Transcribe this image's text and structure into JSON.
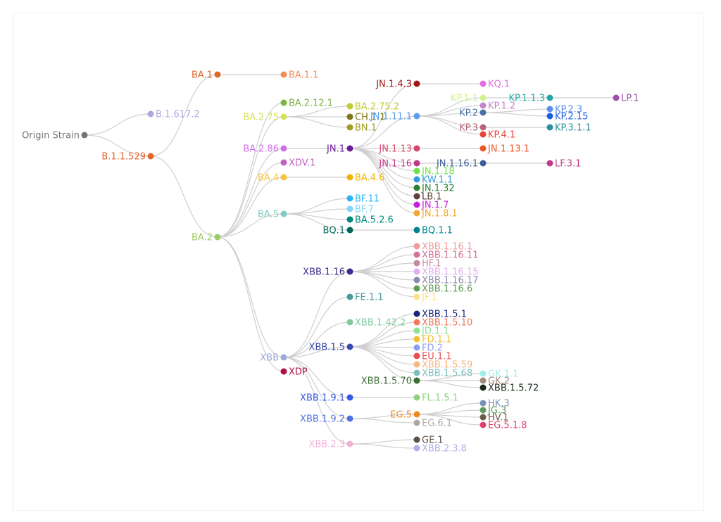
{
  "tree": {
    "link_color": "#cfcfcf",
    "nodes": [
      {
        "id": "Origin Strain",
        "label": "Origin Strain",
        "color": "#757575",
        "side": "left"
      },
      {
        "id": "B.1.617.2",
        "label": "B.1.617.2",
        "color": "#b3a4e0",
        "side": "right",
        "parent": "Origin Strain"
      },
      {
        "id": "B.1.1.529",
        "label": "B.1.1.529",
        "color": "#e5642b",
        "side": "left",
        "parent": "Origin Strain"
      },
      {
        "id": "BA.1",
        "label": "BA.1",
        "color": "#e0662a",
        "side": "left",
        "parent": "B.1.1.529"
      },
      {
        "id": "BA.1.1",
        "label": "BA.1.1",
        "color": "#f58a55",
        "side": "right",
        "parent": "BA.1"
      },
      {
        "id": "BA.2",
        "label": "BA.2",
        "color": "#9ccc65",
        "side": "left",
        "parent": "B.1.1.529"
      },
      {
        "id": "BA.2.12.1",
        "label": "BA.2.12.1",
        "color": "#7cb342",
        "side": "right",
        "parent": "BA.2"
      },
      {
        "id": "BA.2.75",
        "label": "BA.2.75",
        "color": "#d4e157",
        "side": "left",
        "parent": "BA.2"
      },
      {
        "id": "BA.2.75.2",
        "label": "BA.2.75.2",
        "color": "#c0ca33",
        "side": "right",
        "parent": "BA.2.75"
      },
      {
        "id": "CH.1.1",
        "label": "CH.1.1",
        "color": "#827717",
        "side": "right",
        "parent": "BA.2.75"
      },
      {
        "id": "BN.1",
        "label": "BN.1",
        "color": "#9e9d24",
        "side": "right",
        "parent": "BA.2.75"
      },
      {
        "id": "BA.2.86",
        "label": "BA.2.86",
        "color": "#d070e8",
        "side": "left",
        "parent": "BA.2"
      },
      {
        "id": "JN.1",
        "label": "JN.1",
        "color": "#6a1b9a",
        "side": "left",
        "parent": "BA.2.86"
      },
      {
        "id": "JN.1.4.3",
        "label": "JN.1.4.3",
        "color": "#a31515",
        "side": "left",
        "parent": "JN.1"
      },
      {
        "id": "KQ.1",
        "label": "KQ.1",
        "color": "#e56ee5",
        "side": "right",
        "parent": "JN.1.4.3"
      },
      {
        "id": "JN.1.11.1",
        "label": "JN.1.11.1",
        "color": "#5c9ded",
        "side": "left",
        "parent": "JN.1"
      },
      {
        "id": "KP.1.1",
        "label": "KP.1.1",
        "color": "#d3f28a",
        "side": "left",
        "parent": "JN.1.11.1"
      },
      {
        "id": "KP.1.1.3",
        "label": "KP.1.1.3",
        "color": "#26a6a6",
        "side": "left",
        "parent": "KP.1.1"
      },
      {
        "id": "LP.1",
        "label": "LP.1",
        "color": "#9c4ea8",
        "side": "right",
        "parent": "KP.1.1.3"
      },
      {
        "id": "KP.1.2",
        "label": "KP.1.2",
        "color": "#c384c8",
        "side": "right",
        "parent": "JN.1.11.1"
      },
      {
        "id": "KP.2",
        "label": "KP.2",
        "color": "#4a6fa5",
        "side": "left",
        "parent": "JN.1.11.1"
      },
      {
        "id": "KP.2.3",
        "label": "KP.2.3",
        "color": "#5b8ef0",
        "side": "right",
        "parent": "KP.2"
      },
      {
        "id": "KP.2.15",
        "label": "KP.2.15",
        "color": "#1a5ee8",
        "side": "right",
        "parent": "KP.2"
      },
      {
        "id": "KP.3",
        "label": "KP.3",
        "color": "#b56576",
        "side": "left",
        "parent": "JN.1.11.1"
      },
      {
        "id": "KP.3.1.1",
        "label": "KP.3.1.1",
        "color": "#2a8fa0",
        "side": "right",
        "parent": "KP.3"
      },
      {
        "id": "KP.4.1",
        "label": "KP.4.1",
        "color": "#e8443a",
        "side": "right",
        "parent": "JN.1.11.1"
      },
      {
        "id": "JN.1.13",
        "label": "JN.1.13",
        "color": "#d6456d",
        "side": "left",
        "parent": "JN.1"
      },
      {
        "id": "JN.1.13.1",
        "label": "JN.1.13.1",
        "color": "#f0552b",
        "side": "right",
        "parent": "JN.1.13"
      },
      {
        "id": "JN.1.16",
        "label": "JN.1.16",
        "color": "#c2398a",
        "side": "left",
        "parent": "JN.1"
      },
      {
        "id": "JN.1.16.1",
        "label": "JN.1.16.1",
        "color": "#3a5f9a",
        "side": "left",
        "parent": "JN.1.16"
      },
      {
        "id": "LF.3.1",
        "label": "LF.3.1",
        "color": "#c2398a",
        "side": "right",
        "parent": "JN.1.16.1"
      },
      {
        "id": "JN.1.18",
        "label": "JN.1.18",
        "color": "#6ee04a",
        "side": "right",
        "parent": "JN.1"
      },
      {
        "id": "KW.1.1",
        "label": "KW.1.1",
        "color": "#3399e0",
        "side": "right",
        "parent": "JN.1"
      },
      {
        "id": "JN.1.32",
        "label": "JN.1.32",
        "color": "#2e7d32",
        "side": "right",
        "parent": "JN.1"
      },
      {
        "id": "LB.1",
        "label": "LB.1",
        "color": "#5d4037",
        "side": "right",
        "parent": "JN.1"
      },
      {
        "id": "JN.1.7",
        "label": "JN.1.7",
        "color": "#c81ee0",
        "side": "right",
        "parent": "JN.1"
      },
      {
        "id": "JN.1.8.1",
        "label": "JN.1.8.1",
        "color": "#f0a830",
        "side": "right",
        "parent": "JN.1"
      },
      {
        "id": "XDV.1",
        "label": "XDV.1",
        "color": "#c060c0",
        "side": "right",
        "parent": "BA.2"
      },
      {
        "id": "BA.4",
        "label": "BA.4",
        "color": "#f5c542",
        "side": "left",
        "parent": "BA.2"
      },
      {
        "id": "BA.4.6",
        "label": "BA.4.6",
        "color": "#f0b400",
        "side": "right",
        "parent": "BA.4"
      },
      {
        "id": "BA.5",
        "label": "BA.5",
        "color": "#80cbc4",
        "side": "left",
        "parent": "BA.2"
      },
      {
        "id": "BF.11",
        "label": "BF.11",
        "color": "#29b6f6",
        "side": "right",
        "parent": "BA.5"
      },
      {
        "id": "BF.7",
        "label": "BF.7",
        "color": "#81d4fa",
        "side": "right",
        "parent": "BA.5"
      },
      {
        "id": "BA.5.2.6",
        "label": "BA.5.2.6",
        "color": "#00897b",
        "side": "right",
        "parent": "BA.5"
      },
      {
        "id": "BQ.1",
        "label": "BQ.1",
        "color": "#00695c",
        "side": "left",
        "parent": "BA.5"
      },
      {
        "id": "BQ.1.1",
        "label": "BQ.1.1",
        "color": "#00838f",
        "side": "right",
        "parent": "BQ.1"
      },
      {
        "id": "XBB",
        "label": "XBB",
        "color": "#9fa8da",
        "side": "left",
        "parent": "BA.2"
      },
      {
        "id": "XBB.1.16",
        "label": "XBB.1.16",
        "color": "#3f2a8f",
        "side": "left",
        "parent": "XBB"
      },
      {
        "id": "XBB.1.16.1",
        "label": "XBB.1.16.1",
        "color": "#f29b9b",
        "side": "right",
        "parent": "XBB.1.16"
      },
      {
        "id": "XBB.1.16.11",
        "label": "XBB.1.16.11",
        "color": "#d67095",
        "side": "right",
        "parent": "XBB.1.16"
      },
      {
        "id": "HF.1",
        "label": "HF.1",
        "color": "#c48b9f",
        "side": "right",
        "parent": "XBB.1.16"
      },
      {
        "id": "XBB.1.16.15",
        "label": "XBB.1.16.15",
        "color": "#e0b0f0",
        "side": "right",
        "parent": "XBB.1.16"
      },
      {
        "id": "XBB.1.16.17",
        "label": "XBB.1.16.17",
        "color": "#8a8aaa",
        "side": "right",
        "parent": "XBB.1.16"
      },
      {
        "id": "XBB.1.16.6",
        "label": "XBB.1.16.6",
        "color": "#5e9e4e",
        "side": "right",
        "parent": "XBB.1.16"
      },
      {
        "id": "JF.1",
        "label": "JF.1",
        "color": "#fbe08a",
        "side": "right",
        "parent": "XBB.1.16"
      },
      {
        "id": "FE.1.1",
        "label": "FE.1.1",
        "color": "#4a9a98",
        "side": "right",
        "parent": "XBB"
      },
      {
        "id": "XBB.1.42.2",
        "label": "XBB.1.42.2",
        "color": "#7ecba0",
        "side": "right",
        "parent": "XBB"
      },
      {
        "id": "XBB.1.5",
        "label": "XBB.1.5",
        "color": "#3949ab",
        "side": "left",
        "parent": "XBB"
      },
      {
        "id": "XBB.1.5.1",
        "label": "XBB.1.5.1",
        "color": "#1a237e",
        "side": "right",
        "parent": "XBB.1.5"
      },
      {
        "id": "XBB.1.5.10",
        "label": "XBB.1.5.10",
        "color": "#f07a5a",
        "side": "right",
        "parent": "XBB.1.5"
      },
      {
        "id": "JD.1.1",
        "label": "JD.1.1",
        "color": "#90e090",
        "side": "right",
        "parent": "XBB.1.5"
      },
      {
        "id": "FD.1.1",
        "label": "FD.1.1",
        "color": "#f0c030",
        "side": "right",
        "parent": "XBB.1.5"
      },
      {
        "id": "FD.2",
        "label": "FD.2",
        "color": "#8c9ef0",
        "side": "right",
        "parent": "XBB.1.5"
      },
      {
        "id": "EU.1.1",
        "label": "EU.1.1",
        "color": "#e85050",
        "side": "right",
        "parent": "XBB.1.5"
      },
      {
        "id": "XBB.1.5.59",
        "label": "XBB.1.5.59",
        "color": "#f5b880",
        "side": "right",
        "parent": "XBB.1.5"
      },
      {
        "id": "XBB.1.5.68",
        "label": "XBB.1.5.68",
        "color": "#7ec0c0",
        "side": "right",
        "parent": "XBB.1.5"
      },
      {
        "id": "XBB.1.5.70",
        "label": "XBB.1.5.70",
        "color": "#3b6e35",
        "side": "left",
        "parent": "XBB.1.5"
      },
      {
        "id": "GK.1.1",
        "label": "GK.1.1",
        "color": "#a0f0e8",
        "side": "right",
        "parent": "XBB.1.5.70"
      },
      {
        "id": "GK.2",
        "label": "GK.2",
        "color": "#a1887f",
        "side": "right",
        "parent": "XBB.1.5.70"
      },
      {
        "id": "XBB.1.5.72",
        "label": "XBB.1.5.72",
        "color": "#1b2a1b",
        "side": "right",
        "parent": "XBB.1.5.70"
      },
      {
        "id": "XDP",
        "label": "XDP",
        "color": "#b0104a",
        "side": "right",
        "parent": "BA.2"
      },
      {
        "id": "XBB.1.9.1",
        "label": "XBB.1.9.1",
        "color": "#3858e8",
        "side": "left",
        "parent": "XBB"
      },
      {
        "id": "FL.1.5.1",
        "label": "FL.1.5.1",
        "color": "#90d080",
        "side": "right",
        "parent": "XBB.1.9.1"
      },
      {
        "id": "XBB.1.9.2",
        "label": "XBB.1.9.2",
        "color": "#5070e0",
        "side": "left",
        "parent": "XBB"
      },
      {
        "id": "EG.5",
        "label": "EG.5",
        "color": "#f08a20",
        "side": "left",
        "parent": "XBB.1.9.2"
      },
      {
        "id": "HK.3",
        "label": "HK.3",
        "color": "#7a92b8",
        "side": "right",
        "parent": "EG.5"
      },
      {
        "id": "JG.3",
        "label": "JG.3",
        "color": "#5a9a5a",
        "side": "right",
        "parent": "EG.5"
      },
      {
        "id": "HV.1",
        "label": "HV.1",
        "color": "#6a5a4a",
        "side": "right",
        "parent": "EG.5"
      },
      {
        "id": "EG.5.1.8",
        "label": "EG.5.1.8",
        "color": "#e0406a",
        "side": "right",
        "parent": "EG.5"
      },
      {
        "id": "EG.6.1",
        "label": "EG.6.1",
        "color": "#b0a8a0",
        "side": "right",
        "parent": "XBB.1.9.2"
      },
      {
        "id": "XBB.2.3",
        "label": "XBB.2.3",
        "color": "#f0b0d8",
        "side": "left",
        "parent": "XBB"
      },
      {
        "id": "GE.1",
        "label": "GE.1",
        "color": "#5d4e46",
        "side": "right",
        "parent": "XBB.2.3"
      },
      {
        "id": "XBB.2.3.8",
        "label": "XBB.2.3.8",
        "color": "#b0b0e8",
        "side": "right",
        "parent": "XBB.2.3"
      }
    ]
  }
}
